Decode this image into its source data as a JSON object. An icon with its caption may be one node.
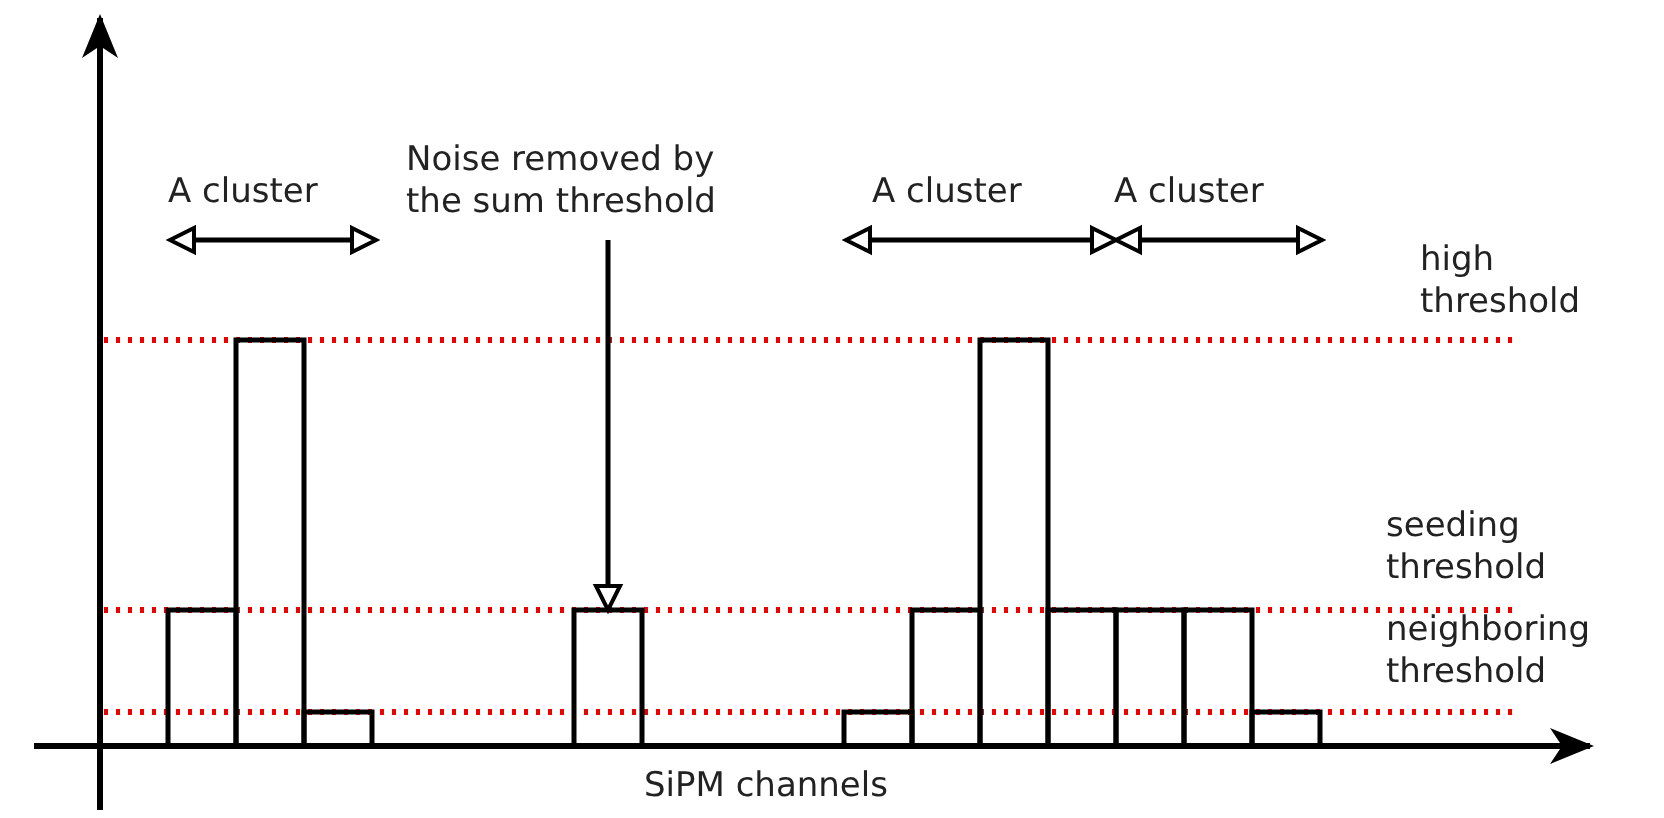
{
  "diagram": {
    "nodes": [
      {
        "text": [
          "Noise removed by the sum threshold"
        ]
      },
      {
        "text": [],
        "shape": "bar"
      }
    ],
    "edges": [
      {
        "from": 0,
        "to": 1,
        "arrow": "to"
      }
    ],
    "labels": [
      "A cluster",
      "A cluster",
      "A cluster",
      "high threshold",
      "seeding threshold",
      "neighboring threshold",
      "SiPM channels"
    ]
  }
}
